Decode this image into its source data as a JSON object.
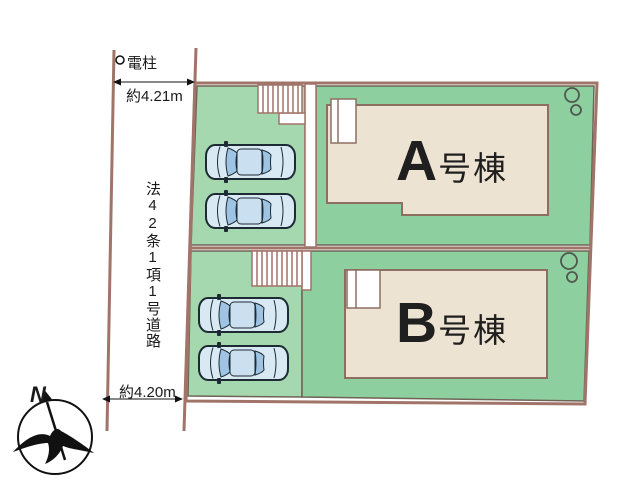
{
  "plan": {
    "title_hint": "housing site plan",
    "road": {
      "pole_label": "電柱",
      "width_top": "約4.21m",
      "width_bottom": "約4.20m",
      "designation": "法42条1項1号道路"
    },
    "lots": [
      {
        "id": "A",
        "letter": "A",
        "suffix": "号棟",
        "parking_spaces": 2,
        "trees": 2
      },
      {
        "id": "B",
        "letter": "B",
        "suffix": "号棟",
        "parking_spaces": 2,
        "trees": 2
      }
    ],
    "compass": {
      "north_label": "N"
    },
    "colors": {
      "boundary": "#a1746a",
      "green_border": "#6e6355",
      "lot_green": "#8ecfa0",
      "parking_green": "#a6d8af",
      "building_fill": "#ede3d2",
      "building_border": "#8d6f62",
      "car_body": "#d8e9f4",
      "car_glass": "#9fc3e3",
      "car_roof": "#cadff0",
      "text": "#1a1a1a"
    }
  }
}
